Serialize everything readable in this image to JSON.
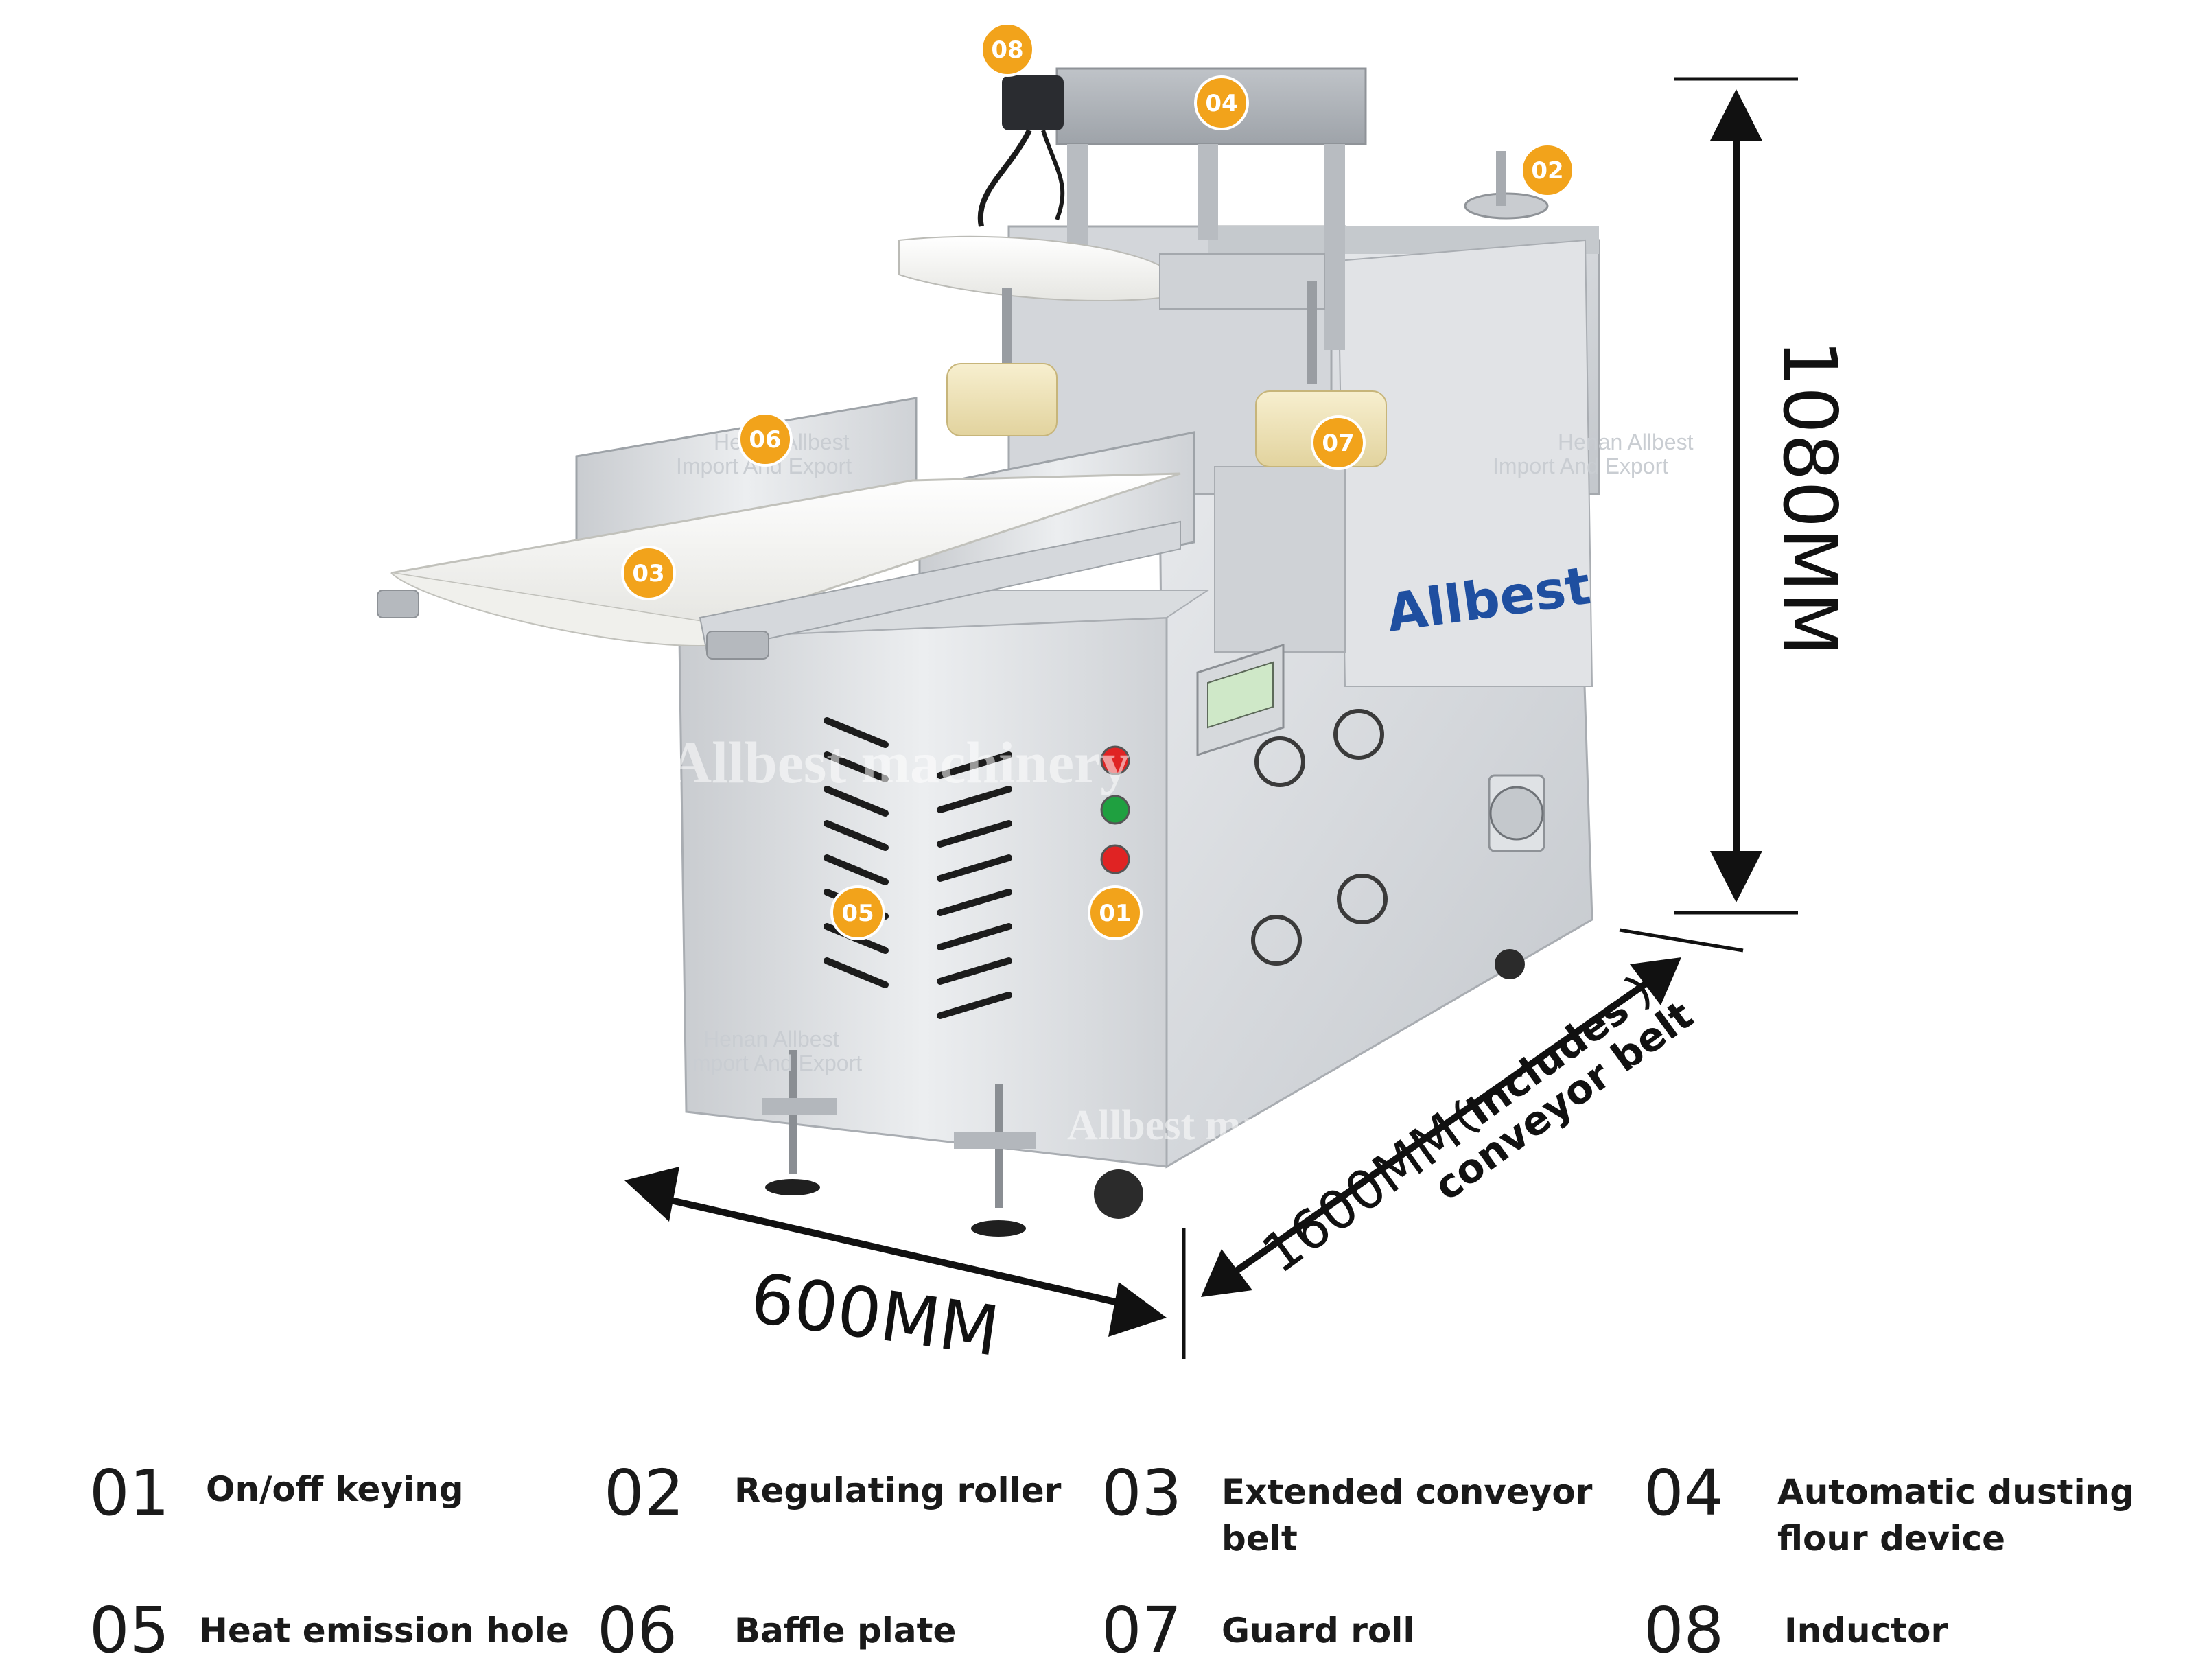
{
  "brand": {
    "logo_text": "Allbest",
    "color": "#1f4fa0",
    "accent": "#3aa13a"
  },
  "watermarks": {
    "main": "Allbest machinery",
    "company_line1": "Henan Allbest",
    "company_line2": "Import And Export"
  },
  "badge_color": "#f2a31b",
  "callouts": [
    {
      "id": "08",
      "name": "inductor"
    },
    {
      "id": "04",
      "name": "automatic-dusting-flour-device"
    },
    {
      "id": "02",
      "name": "regulating-roller"
    },
    {
      "id": "06",
      "name": "baffle-plate"
    },
    {
      "id": "07",
      "name": "guard-roll"
    },
    {
      "id": "03",
      "name": "extended-conveyor-belt"
    },
    {
      "id": "05",
      "name": "heat-emission-hole"
    },
    {
      "id": "01",
      "name": "on-off-keying"
    }
  ],
  "dimensions": {
    "height": "1080MM",
    "width": "600MM",
    "length": "1600MM",
    "length_note_line1": "（Includes ）",
    "length_note_line2": "conveyor belt"
  },
  "legend": [
    {
      "num": "01",
      "label": "On/off keying"
    },
    {
      "num": "02",
      "label": "Regulating roller"
    },
    {
      "num": "03",
      "label": "Extended conveyor\n belt"
    },
    {
      "num": "04",
      "label": "Automatic dusting\nflour device"
    },
    {
      "num": "05",
      "label": "Heat emission hole"
    },
    {
      "num": "06",
      "label": "Baffle plate"
    },
    {
      "num": "07",
      "label": "Guard roll"
    },
    {
      "num": "08",
      "label": "Inductor"
    }
  ]
}
